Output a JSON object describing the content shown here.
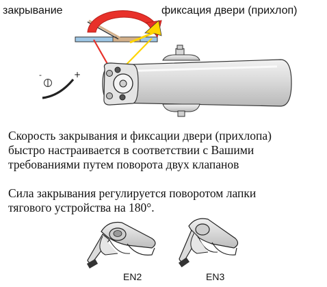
{
  "labels": {
    "closing": "закрывание",
    "latching": "фиксация двери (прихлоп)",
    "minus": "-",
    "plus": "+"
  },
  "text": {
    "line1": "Скорость закрывания и фиксации двери (прихлопа)",
    "line2": "быстро настраивается в соответствии с Вашими",
    "line3": "требованиями путем поворота двух клапанов",
    "line4": "Сила закрывания регулируется поворотом лапки",
    "line5": "тягового устройства на 180°."
  },
  "variants": {
    "left": "EN2",
    "right": "EN3"
  },
  "colors": {
    "arrow_red": "#e8312a",
    "arrow_yellow": "#ffd400",
    "door_blue": "#9ec7e6",
    "door_tan": "#d3b08a",
    "metal": "#e2e2e2",
    "outline": "#222222"
  }
}
